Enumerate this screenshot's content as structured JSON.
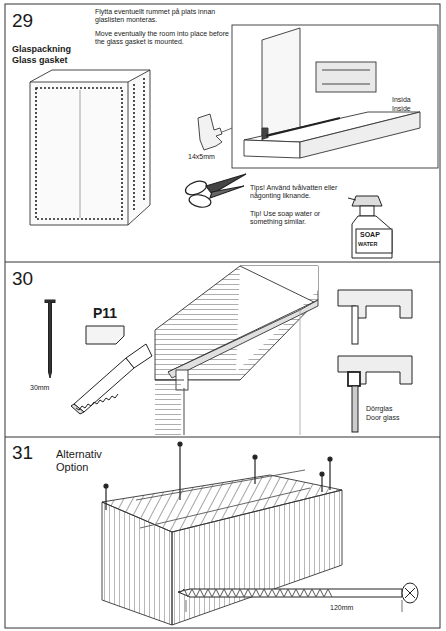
{
  "diagram": {
    "labels": [
      "29",
      "Glaspackning",
      "Glass gasket",
      "Flytta eventuellt rummet på plats innan glaslisten monteras.",
      "Move eventually the room into place before the glass gasket is mounted.",
      "Insida",
      "Inside",
      "14x5mm",
      "Tips! Använd tvålvatten eller någonting liknande.",
      "Tip! Use soap water or something similar.",
      "SOAP",
      "WATER",
      "30",
      "P11",
      "30mm",
      "Dörrglas",
      "Door glass",
      "31",
      "Alternativ",
      "Option",
      "120mm"
    ]
  }
}
